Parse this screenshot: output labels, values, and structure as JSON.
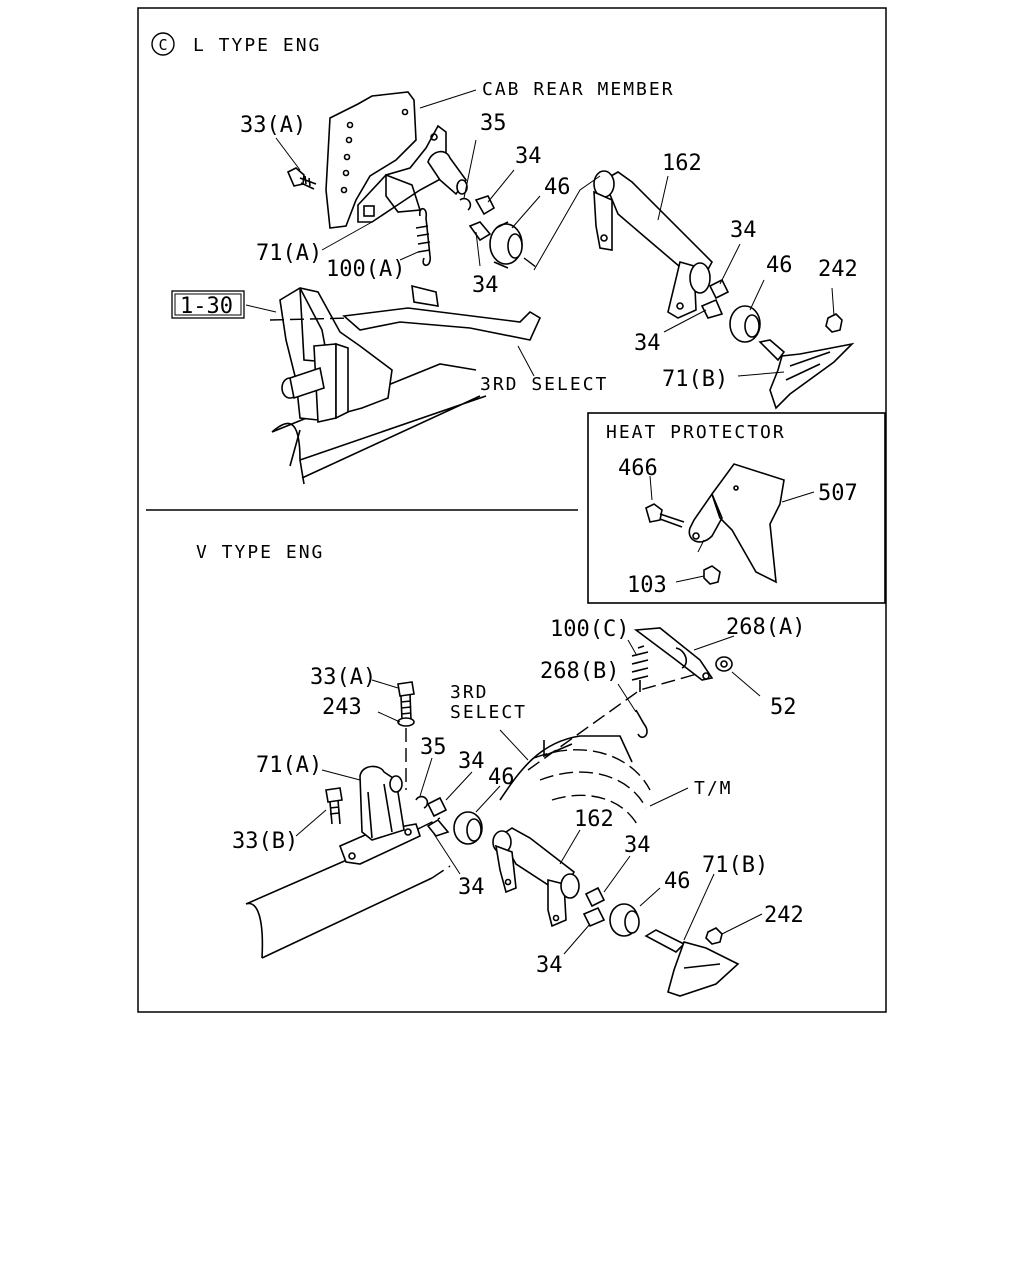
{
  "sections": {
    "l_type": {
      "circle_mark": "C",
      "title": "L TYPE ENG",
      "labels": {
        "cab_rear_member": "CAB REAR MEMBER",
        "l33a": "33(A)",
        "l35": "35",
        "l34a": "34",
        "l46a": "46",
        "l162": "162",
        "l71a": "71(A)",
        "l100a": "100(A)",
        "l34b": "34",
        "l34c": "34",
        "l46b": "46",
        "l242": "242",
        "ref": "1-30",
        "l34d": "34",
        "l71b": "71(B)",
        "third_select": "3RD SELECT"
      }
    },
    "heat_protector": {
      "title": "HEAT PROTECTOR",
      "labels": {
        "l466": "466",
        "l507": "507",
        "l103": "103"
      }
    },
    "v_type": {
      "title": "V TYPE ENG",
      "labels": {
        "l100c": "100(C)",
        "l268a": "268(A)",
        "l33a": "33(A)",
        "l268b": "268(B)",
        "third": "3RD",
        "select": "SELECT",
        "l243": "243",
        "l52": "52",
        "l35": "35",
        "l71a": "71(A)",
        "l34a": "34",
        "l46a": "46",
        "tm": "T/M",
        "l33b": "33(B)",
        "l162": "162",
        "l34b": "34",
        "l34c": "34",
        "l46b": "46",
        "l71b": "71(B)",
        "l242": "242",
        "l34d": "34"
      }
    }
  }
}
